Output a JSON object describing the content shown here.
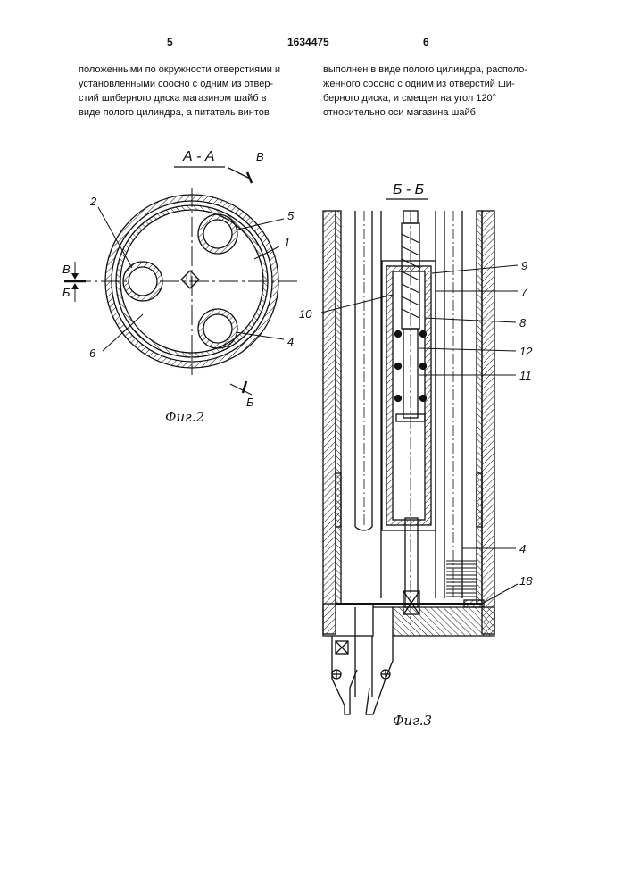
{
  "header": {
    "page_left": "5",
    "patent_number": "1634475",
    "page_right": "6"
  },
  "text_left": [
    "положенными по окружности отверстиями и",
    "установленными соосно с одним из отвер-",
    "стий шиберного диска магазином шайб в",
    "виде полого цилиндра, а питатель винтов"
  ],
  "text_right": [
    "выполнен в виде полого цилиндра, располо-",
    "женного соосно с одним из отверстий ши-",
    "берного диска, и смещен на угол 120°",
    "относительно оси магазина шайб."
  ],
  "fig2": {
    "section": "А - А",
    "marker_v": "В",
    "marker_b": "Б",
    "label_2": "2",
    "label_5": "5",
    "label_1": "1",
    "label_6": "6",
    "label_4": "4",
    "caption": "Фиг.2"
  },
  "fig3": {
    "section": "Б - Б",
    "label_9": "9",
    "label_7": "7",
    "label_10": "10",
    "label_8": "8",
    "label_12": "12",
    "label_11": "11",
    "label_4": "4",
    "label_18": "18",
    "caption": "Фиг.3"
  }
}
